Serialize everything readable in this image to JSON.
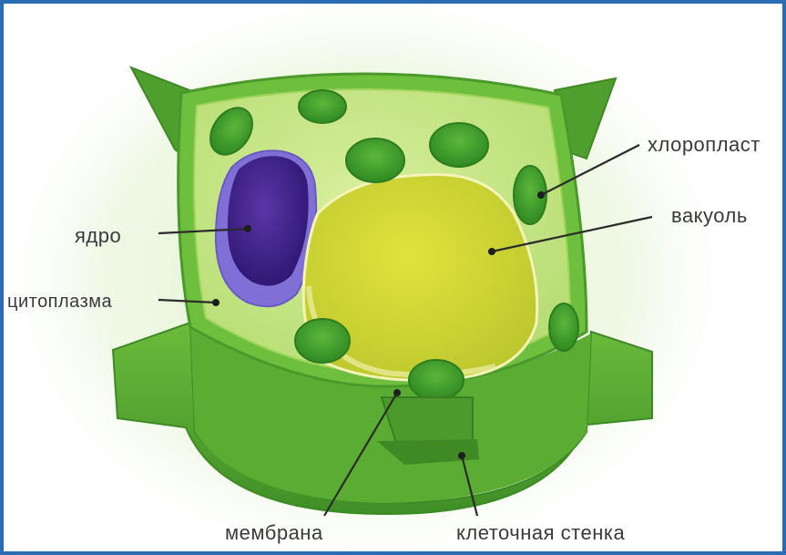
{
  "labels": {
    "nucleus": "ядро",
    "chloroplast": "хлоропласт",
    "vacuole": "вакуоль",
    "cytoplasm": "цитоплазма",
    "membrane": "мембрана",
    "cell_wall": "клеточная стенка"
  },
  "colors": {
    "frame_border": "#2a6db5",
    "cell_wall": "#5fae35",
    "cytoplasm": "#c6e586",
    "nucleus": "#4a2a8c",
    "nucleus_envelope": "#7f6fd6",
    "vacuole": "#d6dc3e",
    "chloroplast": "#3f9e2c"
  }
}
